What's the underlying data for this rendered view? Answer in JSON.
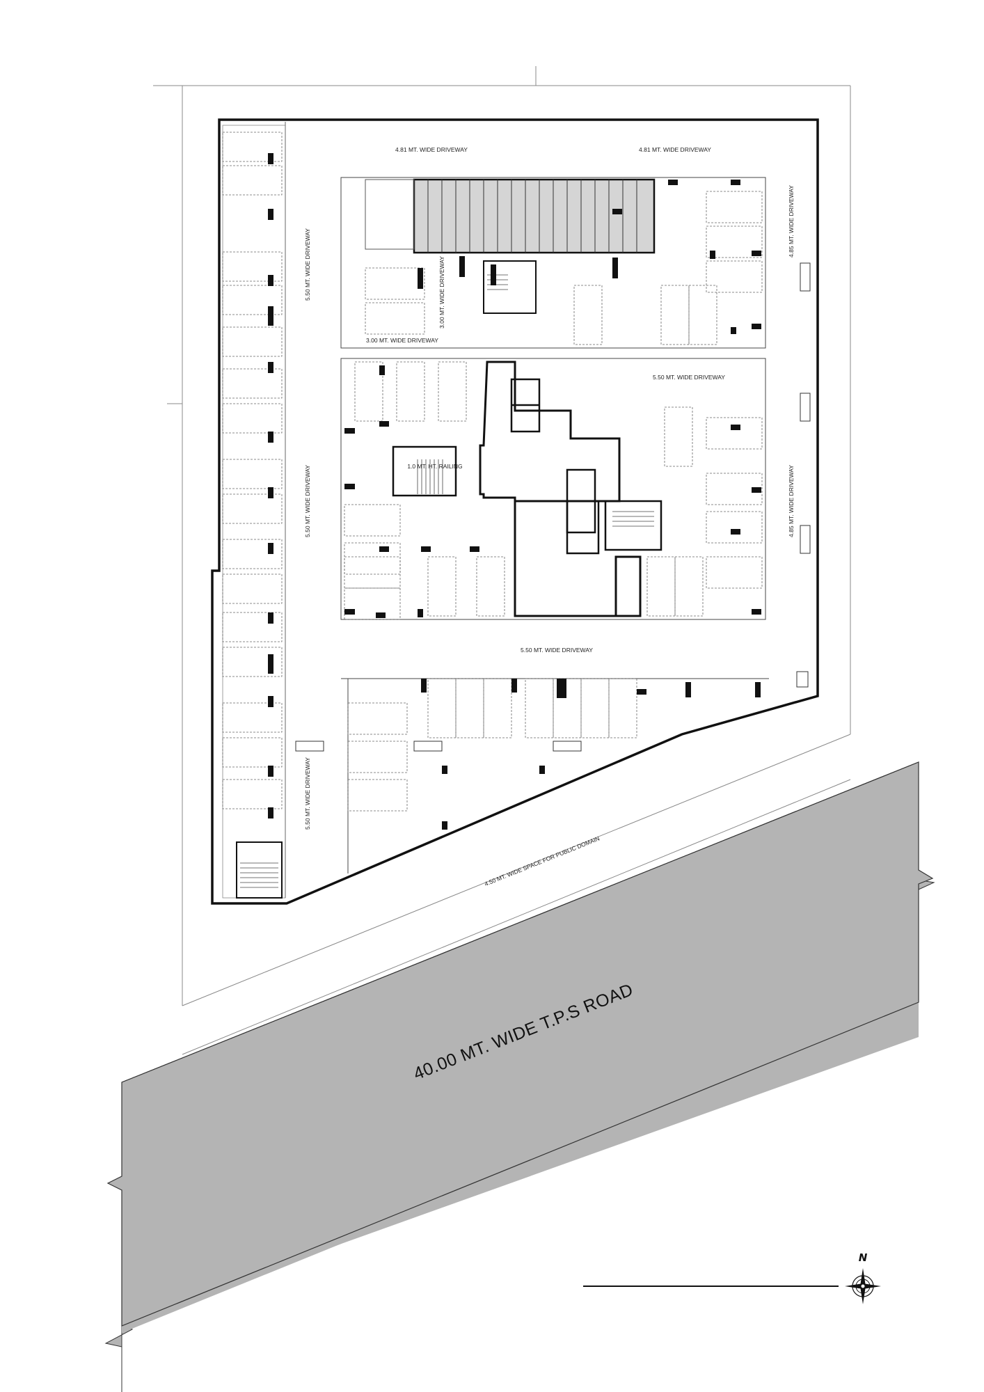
{
  "drawing": {
    "road_label": "40.00 MT. WIDE T.P.S ROAD",
    "public_domain_label": "4.50 MT. WIDE SPACE FOR PUBLIC DOMAIN",
    "north_label": "N",
    "driveways": {
      "top_left": "4.81 MT. WIDE DRIVEWAY",
      "top_right": "4.81 MT. WIDE DRIVEWAY",
      "left_upper": "5.50 MT. WIDE DRIVEWAY",
      "left_middle": "5.50 MT. WIDE DRIVEWAY",
      "left_lower": "5.50 MT. WIDE DRIVEWAY",
      "inner_vertical": "3.00 MT. WIDE DRIVEWAY",
      "inner_horizontal": "3.00 MT. WIDE DRIVEWAY",
      "middle_right": "5.50 MT. WIDE DRIVEWAY",
      "bottom": "5.50 MT. WIDE DRIVEWAY",
      "right_upper": "4.85 MT. WIDE DRIVEWAY",
      "right_lower": "4.85 MT. WIDE DRIVEWAY"
    },
    "railing_note": "1.0 MT. HT. RAILING",
    "colors": {
      "road": "#b4b4b4",
      "wall": "#111111",
      "stall_line": "#666666"
    }
  }
}
